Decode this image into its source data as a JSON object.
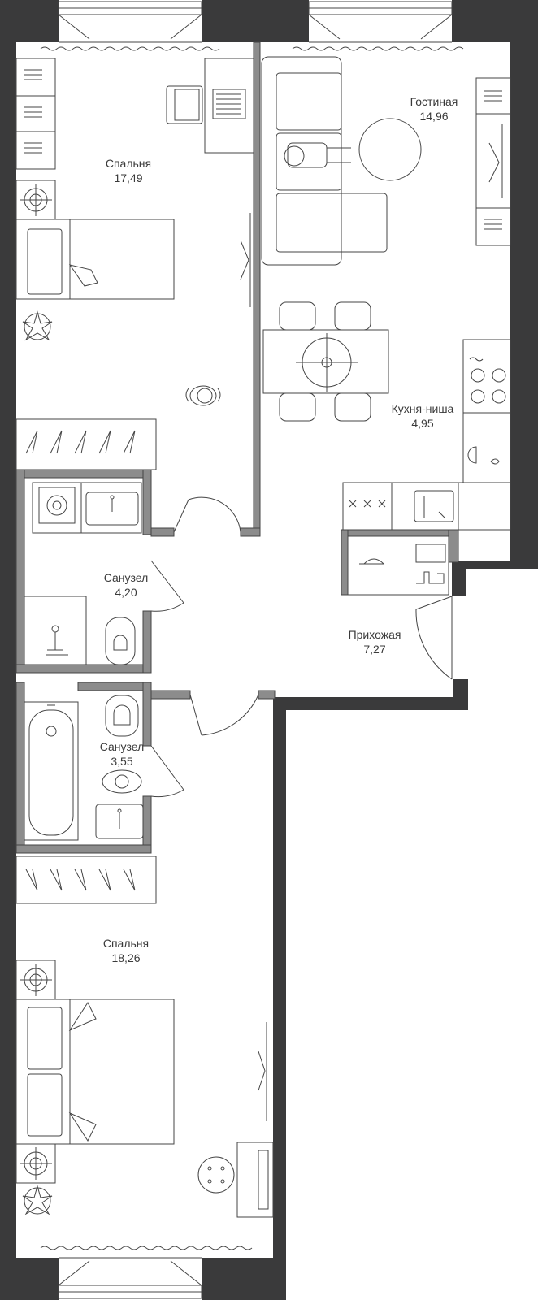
{
  "plan": {
    "colors": {
      "wall": "#3a3a3b",
      "partition": "#8c8c8c",
      "line": "#444444",
      "background": "#ffffff"
    },
    "rooms": [
      {
        "id": "bedroom-1",
        "name": "Спальня",
        "area": "17,49"
      },
      {
        "id": "living-room",
        "name": "Гостиная",
        "area": "14,96"
      },
      {
        "id": "kitchen-niche",
        "name": "Кухня-ниша",
        "area": "4,95"
      },
      {
        "id": "bathroom-1",
        "name": "Санузел",
        "area": "4,20"
      },
      {
        "id": "hallway",
        "name": "Прихожая",
        "area": "7,27"
      },
      {
        "id": "bathroom-2",
        "name": "Санузел",
        "area": "3,55"
      },
      {
        "id": "bedroom-2",
        "name": "Спальня",
        "area": "18,26"
      }
    ],
    "furniture": [
      "desk-icon",
      "chair-icon",
      "laptop-icon",
      "shelf-icon",
      "bed-icon",
      "plant-icon",
      "sofa-icon",
      "armchair-icon",
      "round-table-icon",
      "dining-table-icon",
      "stove-icon",
      "sink-icon",
      "washing-machine-icon",
      "toilet-icon",
      "shower-icon",
      "bathtub-icon",
      "wardrobe-icon",
      "hanger-icon",
      "shoes-icon",
      "tv-icon",
      "person-icon",
      "floor-lamp-icon",
      "stool-icon"
    ]
  }
}
